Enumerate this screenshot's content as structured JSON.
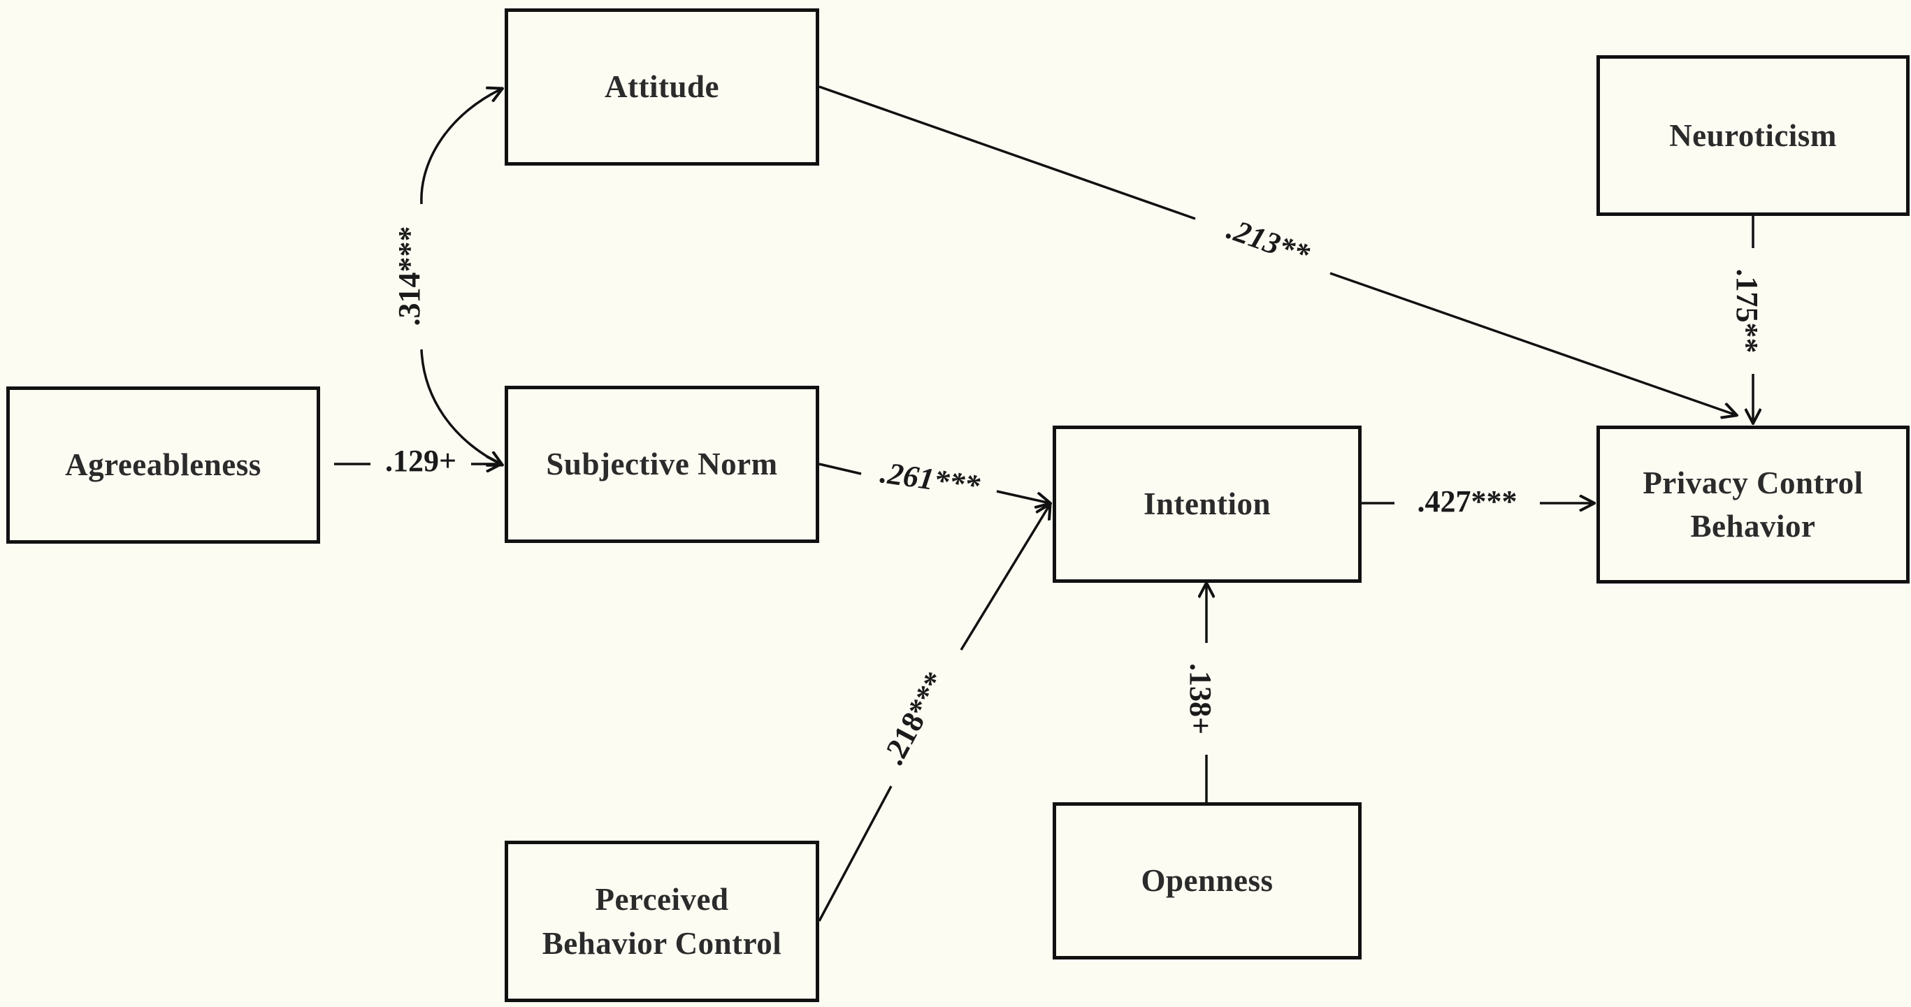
{
  "colors": {
    "background": "#fdfcf3",
    "stroke": "#111111",
    "box_text": "#2b2b2b"
  },
  "nodes": {
    "attitude": {
      "label": "Attitude"
    },
    "neuroticism": {
      "label": "Neuroticism"
    },
    "agreeableness": {
      "label": "Agreeableness"
    },
    "subjective_norm": {
      "label": "Subjective Norm"
    },
    "intention": {
      "label": "Intention"
    },
    "privacy_control_behavior": {
      "label": "Privacy Control\nBehavior"
    },
    "perceived_behavior_control": {
      "label": "Perceived\nBehavior Control"
    },
    "openness": {
      "label": "Openness"
    }
  },
  "edges": {
    "attitude_subjective_norm": {
      "label": ".314***"
    },
    "agreeableness_subjective_norm": {
      "label": ".129+"
    },
    "attitude_privacy": {
      "label": ".213**"
    },
    "neuroticism_privacy": {
      "label": ".175**"
    },
    "subjective_norm_intention": {
      "label": ".261***"
    },
    "perceived_control_intention": {
      "label": ".218***"
    },
    "intention_privacy": {
      "label": ".427***"
    },
    "openness_intention": {
      "label": ".138+"
    }
  }
}
